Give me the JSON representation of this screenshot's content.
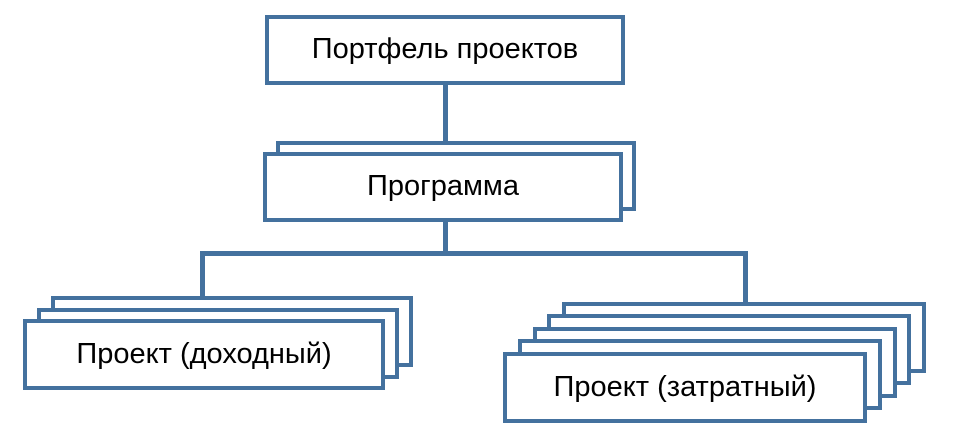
{
  "diagram": {
    "accent_color": "#44719E",
    "text_color": "#000000",
    "background_color": "#FFFFFF",
    "nodes": [
      {
        "id": "portfolio",
        "label": "Портфель проектов",
        "stack_count": 1
      },
      {
        "id": "program",
        "label": "Программа",
        "stack_count": 2
      },
      {
        "id": "project-profitable",
        "label": "Проект (доходный)",
        "stack_count": 3
      },
      {
        "id": "project-costly",
        "label": "Проект (затратный)",
        "stack_count": 5
      }
    ],
    "edges": [
      {
        "from": "portfolio",
        "to": "program"
      },
      {
        "from": "program",
        "to": "project-profitable"
      },
      {
        "from": "program",
        "to": "project-costly"
      }
    ]
  }
}
